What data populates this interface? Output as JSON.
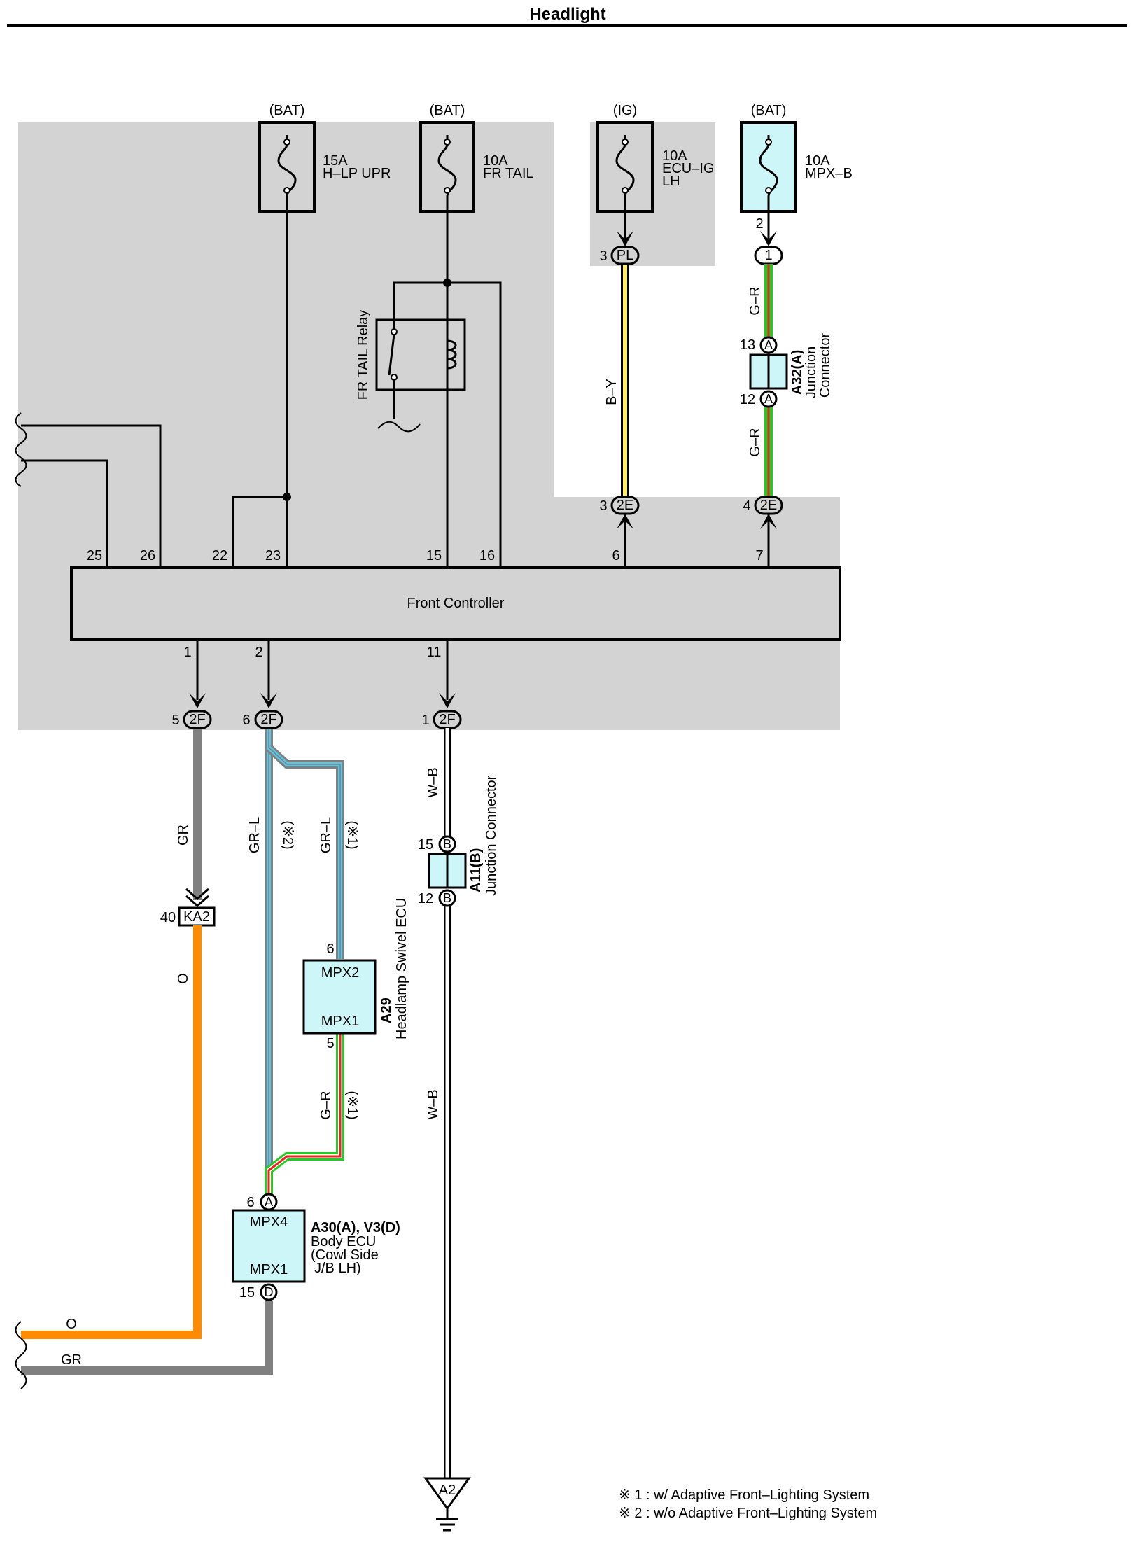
{
  "title": "Headlight",
  "fuses": [
    {
      "source": "(BAT)",
      "rating": "15A",
      "name": "H–LP UPR",
      "name2": ""
    },
    {
      "source": "(BAT)",
      "rating": "10A",
      "name": "FR TAIL",
      "name2": ""
    },
    {
      "source": "(IG)",
      "rating": "10A",
      "name": "ECU–IG",
      "name2": "LH"
    },
    {
      "source": "(BAT)",
      "rating": "10A",
      "name": "MPX–B",
      "name2": ""
    }
  ],
  "relay_label": "FR TAIL Relay",
  "front_controller": {
    "label": "Front Controller",
    "top_pins": [
      "25",
      "26",
      "22",
      "23",
      "15",
      "16",
      "6",
      "7"
    ],
    "bottom_pins": [
      "1",
      "2",
      "11"
    ]
  },
  "connectors": {
    "pl": {
      "code": "PL",
      "pin": "3"
    },
    "c1": {
      "code": "1",
      "pin": "2"
    },
    "ie_left": {
      "code": "2E",
      "pin": "3"
    },
    "ie_right": {
      "code": "2E",
      "pin": "4"
    },
    "f_left": {
      "code": "2F",
      "pin": "5"
    },
    "f_mid": {
      "code": "2F",
      "pin": "6"
    },
    "f_right": {
      "code": "2F",
      "pin": "1"
    },
    "ka2": {
      "code": "KA2",
      "pin": "40"
    },
    "a_pin6": {
      "code": "A",
      "pin": "6"
    },
    "d_pin15": {
      "code": "D",
      "pin": "15"
    },
    "a32_top": {
      "code": "A",
      "pin": "13"
    },
    "a32_bottom": {
      "code": "A",
      "pin": "12"
    },
    "a11_top": {
      "code": "B",
      "pin": "15"
    },
    "a11_bottom": {
      "code": "B",
      "pin": "12"
    }
  },
  "junction_a32": {
    "id": "A32(A)",
    "name1": "Junction",
    "name2": "Connector"
  },
  "junction_a11": {
    "id": "A11(B)",
    "name": "Junction Connector"
  },
  "swivel_ecu": {
    "id": "A29",
    "name": "Headlamp Swivel ECU",
    "port_top": "MPX2",
    "port_bottom": "MPX1",
    "pin_top": "6",
    "pin_bottom": "5"
  },
  "body_ecu": {
    "id": "A30(A), V3(D)",
    "name1": "Body ECU",
    "name2": "(Cowl Side",
    "name3": "J/B LH)",
    "port_top": "MPX4",
    "port_bottom": "MPX1"
  },
  "wire_labels": {
    "b_y": "B–Y",
    "g_r_upper": "G–R",
    "g_r_lower": "G–R",
    "gr_left": "GR",
    "gr_l_mid": "GR–L",
    "note2": "(※2)",
    "gr_l_right": "GR–L",
    "note1a": "(※1)",
    "w_b_upper": "W–B",
    "w_b_lower": "W–B",
    "o": "O",
    "g_r_swivel": "G–R",
    "note1b": "(※1)",
    "o_bottom": "O",
    "gr_bottom": "GR"
  },
  "ground": {
    "code": "A2"
  },
  "notes": [
    "※ 1 : w/ Adaptive Front–Lighting System",
    "※ 2 : w/o Adaptive Front–Lighting System"
  ],
  "colors": {
    "shade": "#d3d3d3",
    "component_fill": "#ccf6f8",
    "orange": "#ff8c00",
    "gray_wire": "#808080",
    "green": "#22cc22",
    "red": "#ee2222",
    "yellow": "#ffee66",
    "light_blue": "#55c8e8"
  }
}
